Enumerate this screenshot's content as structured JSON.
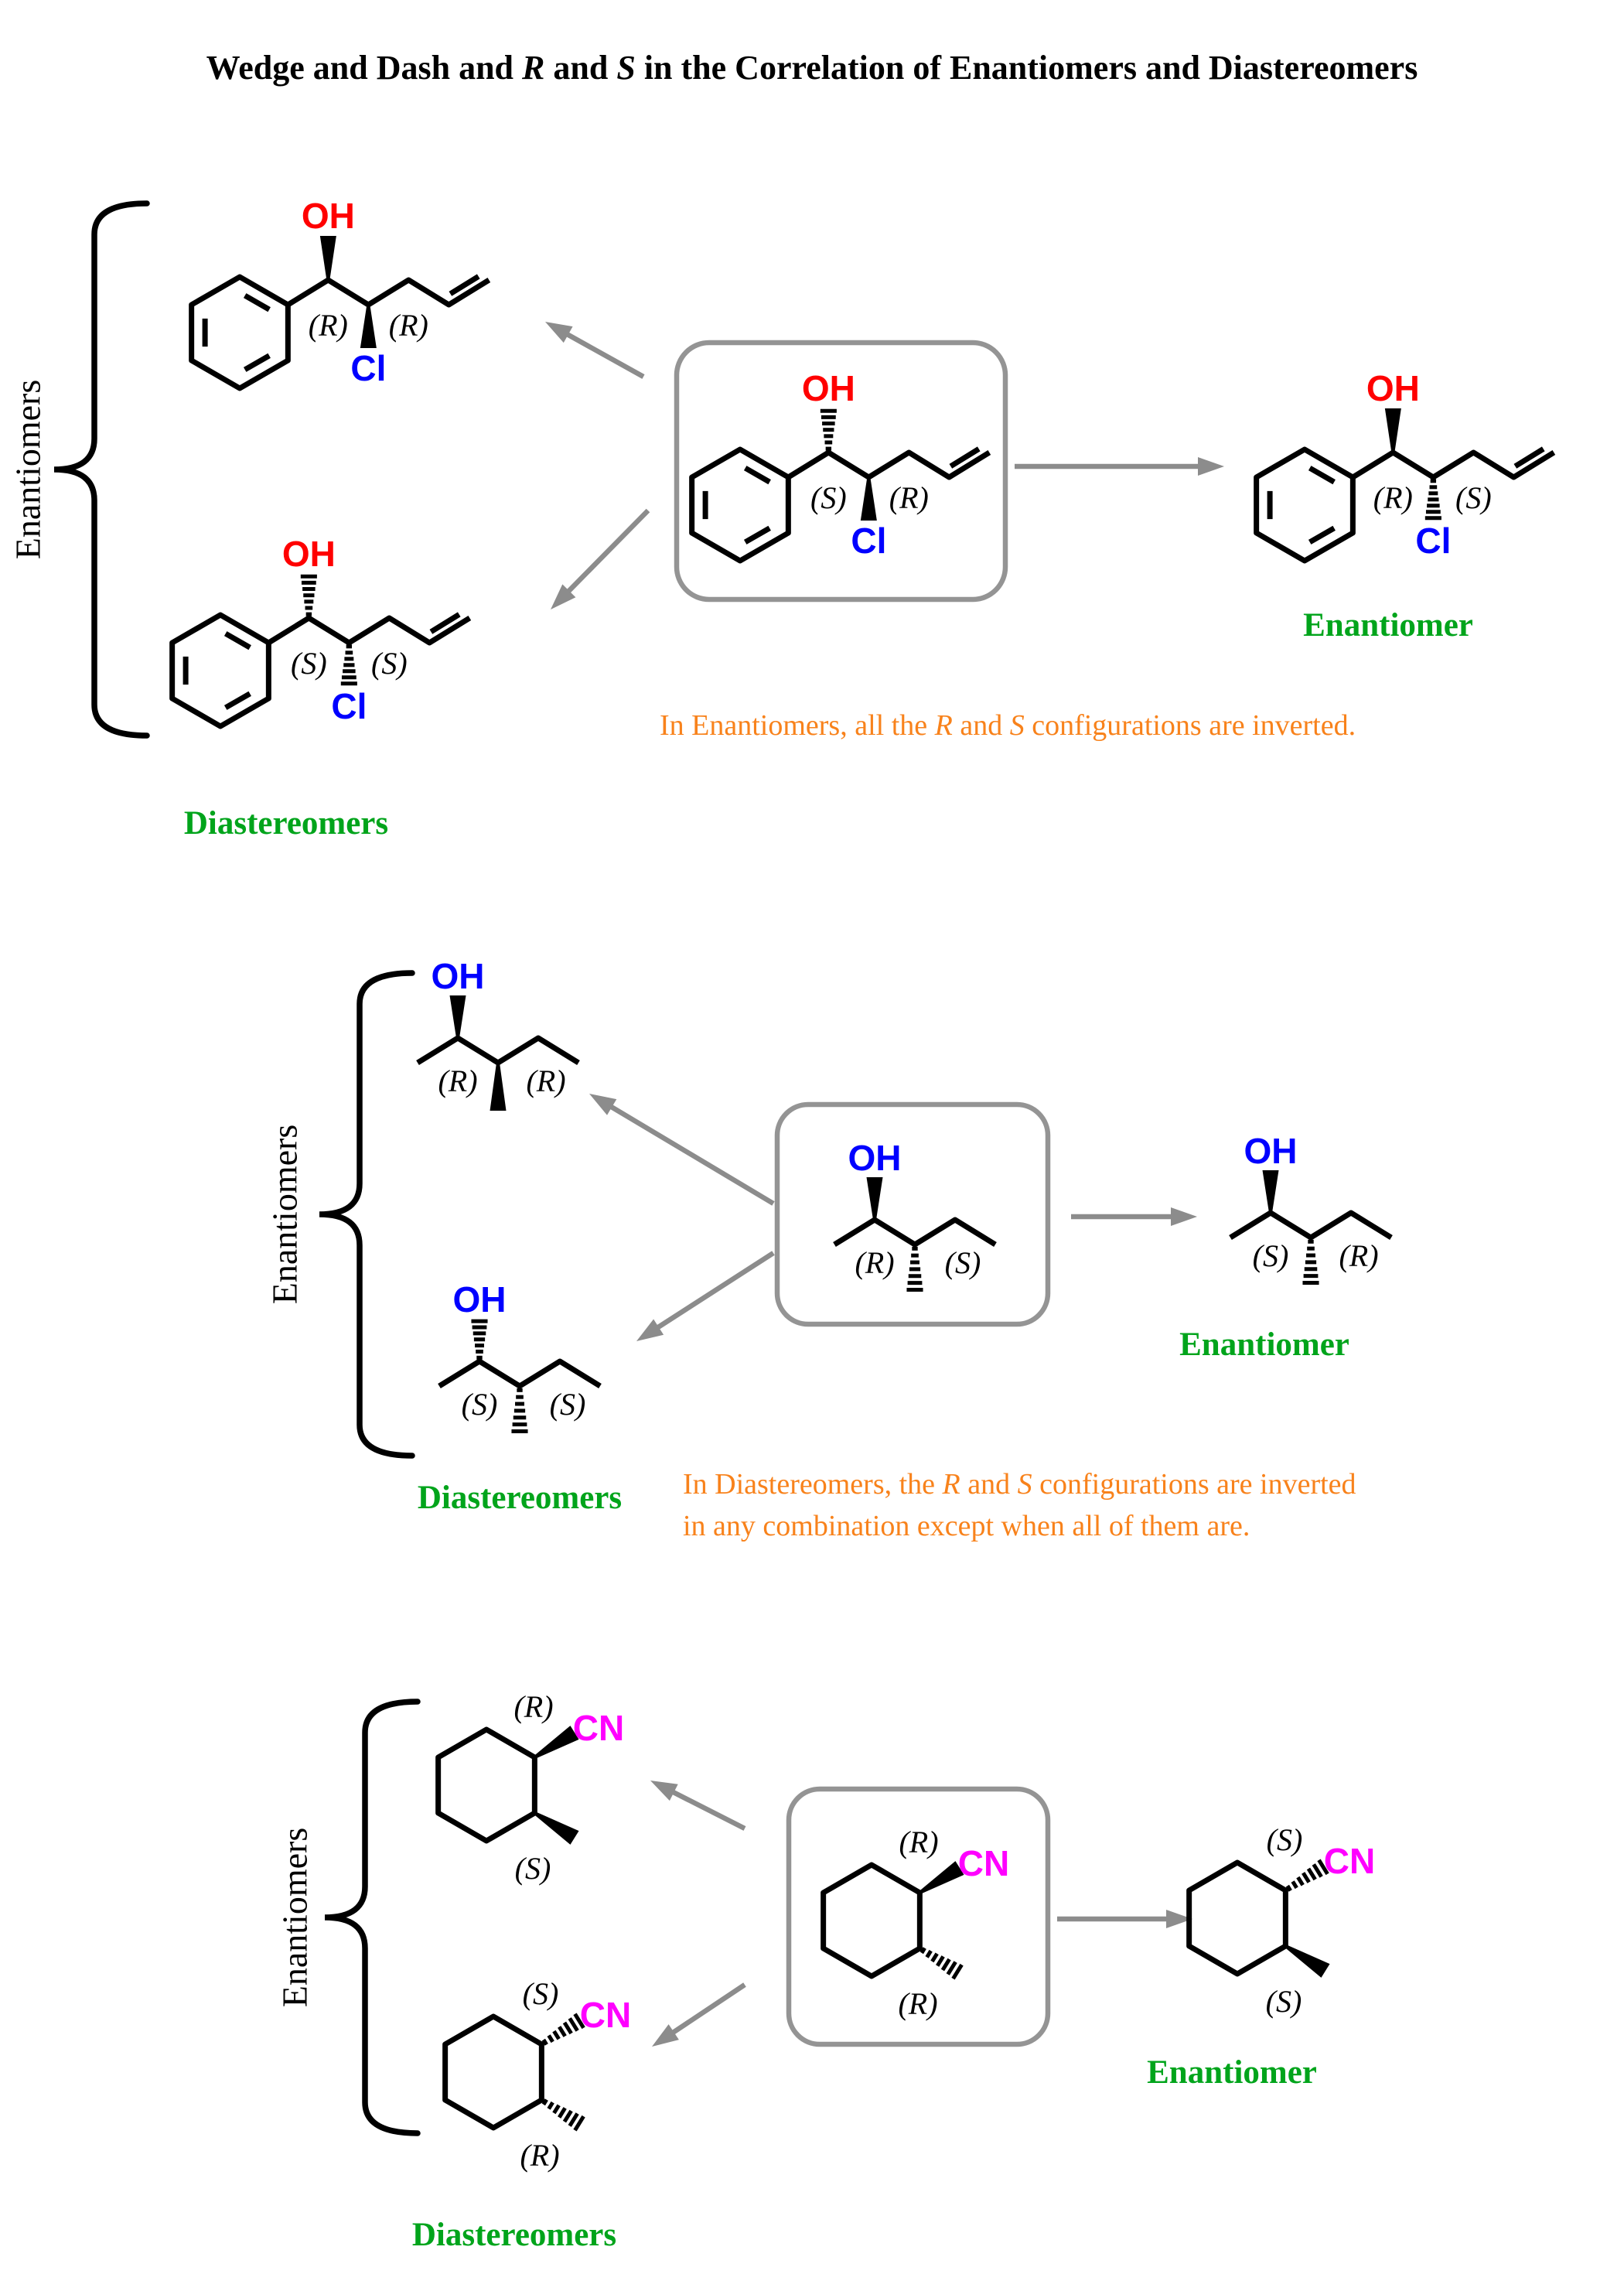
{
  "title": {
    "pre": "Wedge and Dash and ",
    "r": "R",
    "and": " and ",
    "s": "S",
    "post": " in the Correlation of Enantiomers and Diastereomers"
  },
  "colors": {
    "hydroxyl_top": "#FF0000",
    "chlorine": "#0000FF",
    "hydroxyl_middle": "#0000FF",
    "nitrile": "#FF00FF",
    "label_green": "#00A41B",
    "note_orange": "#F8821B",
    "arrow_gray": "#8C8C8C",
    "box_gray": "#949494"
  },
  "sections": {
    "top": {
      "side_label": "Enantiomers",
      "atom_oh": "OH",
      "atom_cl": "Cl",
      "mols": {
        "a": {
          "left": "(R)",
          "right": "(R)"
        },
        "b": {
          "left": "(S)",
          "right": "(S)"
        },
        "parent": {
          "left": "(S)",
          "right": "(R)"
        },
        "enantiomer": {
          "left": "(R)",
          "right": "(S)"
        }
      },
      "diastereomers_label": "Diastereomers",
      "enantiomer_label": "Enantiomer",
      "note": {
        "pre": "In Enantiomers, all the ",
        "r": "R",
        "and": " and ",
        "s": "S",
        "post": " configurations are inverted."
      }
    },
    "middle": {
      "side_label": "Enantiomers",
      "atom_oh": "OH",
      "mols": {
        "a": {
          "left": "(R)",
          "right": "(R)"
        },
        "b": {
          "left": "(S)",
          "right": "(S)"
        },
        "parent": {
          "left": "(R)",
          "right": "(S)"
        },
        "enantiomer": {
          "left": "(S)",
          "right": "(R)"
        }
      },
      "diastereomers_label": "Diastereomers",
      "enantiomer_label": "Enantiomer",
      "note": {
        "pre": "In Diastereomers, the ",
        "r": "R",
        "and": " and ",
        "s": "S",
        "post1": " configurations are inverted",
        "line2": "in any combination except when all of them are."
      }
    },
    "bottom": {
      "side_label": "Enantiomers",
      "atom_cn": "CN",
      "mols": {
        "a": {
          "top": "(R)",
          "bottom": "(S)"
        },
        "b": {
          "top": "(S)",
          "bottom": "(R)"
        },
        "parent": {
          "top": "(R)",
          "bottom": "(R)"
        },
        "enantiomer": {
          "top": "(S)",
          "bottom": "(S)"
        }
      },
      "diastereomers_label": "Diastereomers",
      "enantiomer_label": "Enantiomer"
    }
  }
}
